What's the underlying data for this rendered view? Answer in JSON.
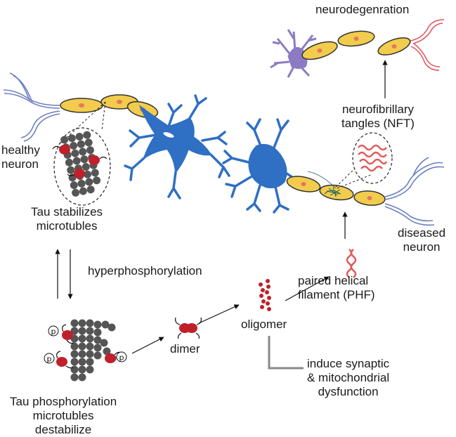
{
  "labels": {
    "neurodegeneration": "neurodegenration",
    "nft": [
      "neurofibrillary",
      "tangles (NFT)"
    ],
    "healthy_neuron": [
      "healthy",
      "neuron"
    ],
    "tau_stabilizes": [
      "Tau stabilizes",
      "microtubles"
    ],
    "diseased_neuron": [
      "diseased",
      "neuron"
    ],
    "hyperphosphorylation": "hyperphosphorylation",
    "phf": [
      "paired helical",
      "filament (PHF)"
    ],
    "oligomer": "oligomer",
    "dimer": "dimer",
    "synaptic": [
      "induce synaptic",
      "& mitochondrial",
      "dysfunction"
    ],
    "tau_phos": [
      "Tau phosphorylation",
      "microtubles",
      "destabilize"
    ],
    "phospho_mark": "p"
  },
  "colors": {
    "neuron_body": "#2f6fc4",
    "axon_segment": "#f2cc4d",
    "axon_outline": "#333333",
    "nucleus": "#e8765d",
    "tau_protein": "#c0202a",
    "microtubule": "#555555",
    "dendrite_healthy": "#6b7fc0",
    "dendrite_diseased": "#e0525c",
    "degenerating_neuron": "#8c7bc2",
    "tangle": "#e05a5a"
  }
}
